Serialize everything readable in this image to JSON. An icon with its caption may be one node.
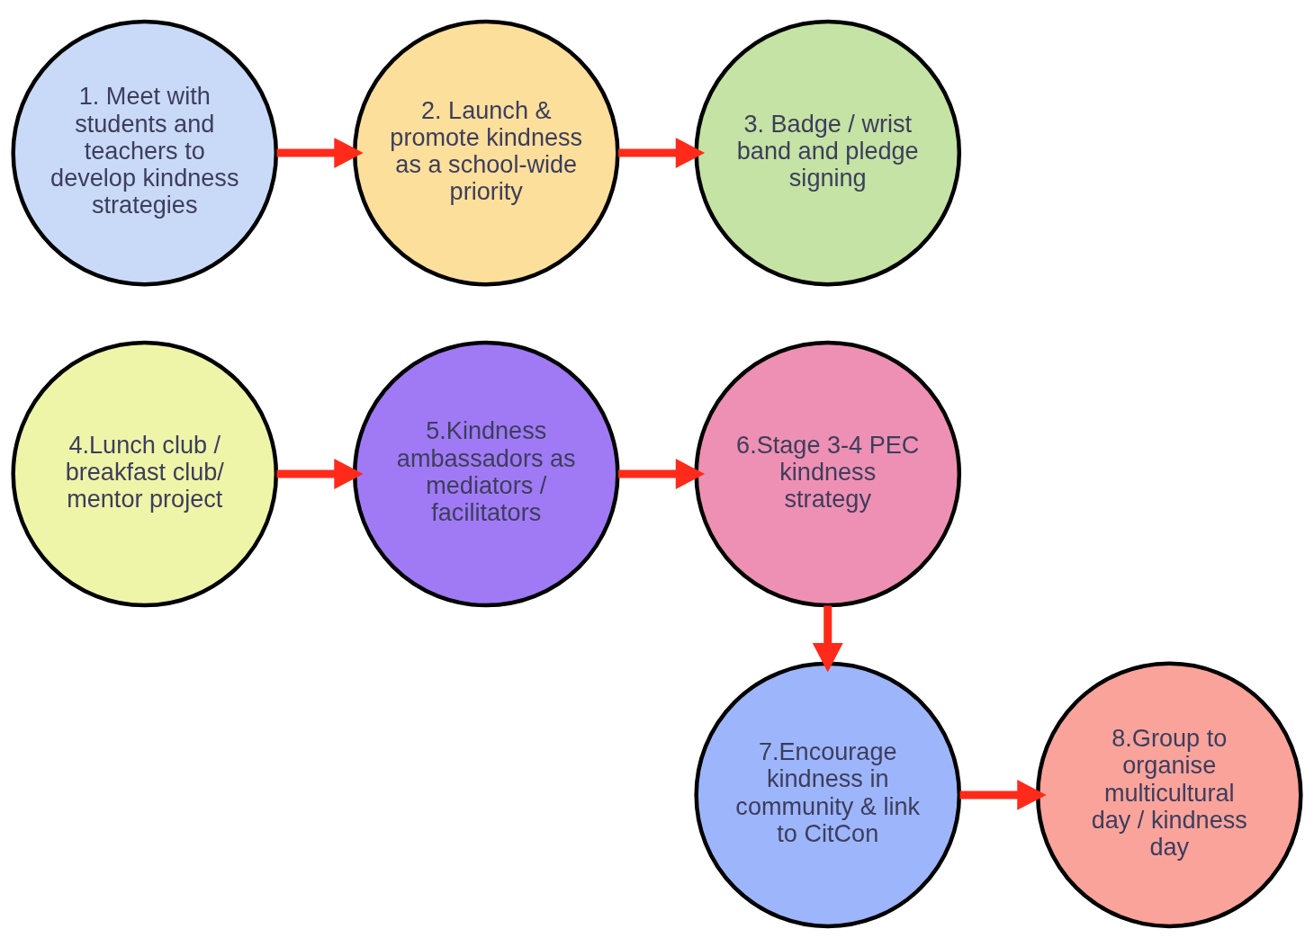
{
  "diagram": {
    "nodes": [
      {
        "text": [
          "1. Meet with students and teachers to develop kindness strategies"
        ]
      },
      {
        "text": [
          "2. Launch & promote kindness as a school-wide priority"
        ]
      },
      {
        "text": [
          "3. Badge / wrist band and pledge signing"
        ]
      },
      {
        "text": [
          "4.Lunch club / breakfast club/ mentor project"
        ]
      },
      {
        "text": [
          "5.Kindness ambassadors as mediators / facilitators"
        ]
      },
      {
        "text": [
          "6.Stage 3-4 PEC kindness strategy"
        ]
      },
      {
        "text": [
          "7.Encourage kindness in community & link to CitCon"
        ]
      },
      {
        "text": [
          "8.Group to organise multicultural day / kindness day"
        ]
      }
    ],
    "edges": [
      {
        "from": 0,
        "to": 1,
        "arrow": "to"
      },
      {
        "from": 1,
        "to": 2,
        "arrow": "to"
      },
      {
        "from": 3,
        "to": 4,
        "arrow": "to"
      },
      {
        "from": 4,
        "to": 5,
        "arrow": "to"
      },
      {
        "from": 5,
        "to": 6,
        "arrow": "to"
      },
      {
        "from": 6,
        "to": 7,
        "arrow": "to"
      }
    ]
  }
}
